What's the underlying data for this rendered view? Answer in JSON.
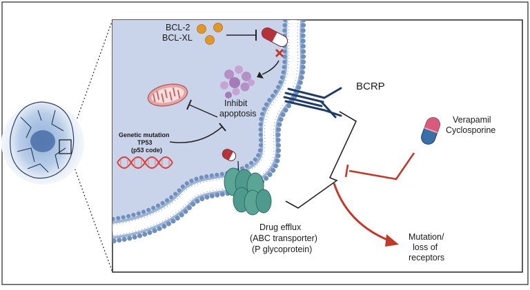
{
  "labels": {
    "bcl2": "BCL-2",
    "bclxl": "BCL-XL",
    "inhibit": "Inhibit",
    "apoptosis": "apoptosis",
    "genetic_mutation": "Genetic mutation",
    "tp53": "TP53",
    "p53_code": "(p53 code)",
    "bcrp": "BCRP",
    "verapamil": "Verapamil",
    "cyclosporine": "Cyclosporine",
    "drug_efflux": "Drug efflux",
    "abc_transporter": "(ABC transporter)",
    "p_glycoprotein": "(P glycoprotein)",
    "mutation": "Mutation/",
    "loss_of": "loss of",
    "receptors": "receptors"
  },
  "colors": {
    "cell_fill": "#c9d4ea",
    "membrane_head": "#6f8fbd",
    "inhibition_red": "#c0392b",
    "capsule_red": "#b5323a",
    "capsule_pink": "#d95a7a",
    "capsule_blue": "#3a6fa8",
    "bcl_orange": "#e0962a",
    "transporter_teal": "#4f9a8e",
    "receptor_navy": "#1f3b66",
    "mito_pink": "#e6a4a4",
    "protein_purple": "#b590c4",
    "dna_red": "#d9413c"
  },
  "icons": {
    "tumor": "tumor-cell-icon",
    "capsule": "drug-capsule-icon",
    "mitochondrion": "mitochondrion-icon",
    "dna": "dna-icon",
    "protein": "protein-complex-icon",
    "receptor": "bcrp-receptor-icon",
    "transporter": "abc-transporter-icon"
  }
}
